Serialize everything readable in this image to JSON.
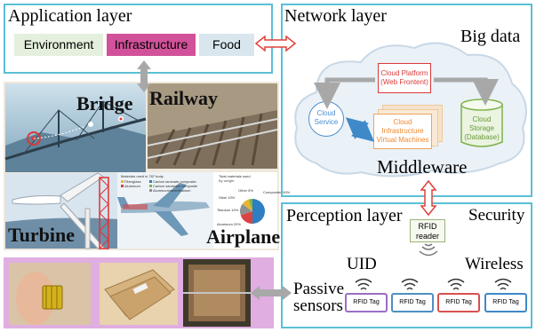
{
  "application": {
    "title": "Application layer",
    "categories": [
      "Environment",
      "Infrastructure",
      "Food"
    ],
    "images": {
      "bridge": "Bridge",
      "railway": "Railway",
      "turbine": "Turbine",
      "airplane": "Airplane"
    }
  },
  "network": {
    "title": "Network layer",
    "big_data": "Big data",
    "cloud_platform": "Cloud Platform (Web Frontent)",
    "cloud_service": "Cloud Service",
    "cloud_infrastructure": "Cloud Infrastructure Virtual Machines",
    "cloud_storage": "Cloud Storage (Database)",
    "middleware": "Middleware"
  },
  "perception": {
    "title": "Perception layer",
    "security": "Security",
    "reader": "RFID reader",
    "uid": "UID",
    "wireless": "Wireless",
    "passive_sensors": "Passive sensors",
    "tag_label": "RFID Tag"
  },
  "colors": {
    "panel_border": "#5bbfd6",
    "environment": "#e4f0dd",
    "infrastructure": "#d1529a",
    "food": "#d9e6ee",
    "sensor_strip": "#e0aee0",
    "arrow_red": "#e0403a",
    "arrow_gray": "#a8a8a8",
    "tag_borders": [
      "#9a6ec5",
      "#4f8fc3",
      "#d95050",
      "#3f89c8"
    ]
  },
  "airplane_chart": {
    "title": "Materials used in 787 body",
    "legend": [
      "Fiberglass",
      "Aluminum",
      "Carbon laminate composite",
      "Carbon sandwich composite",
      "Aluminum/steel/titanium"
    ],
    "total_title": "Total materials used",
    "total_subtitle": "By weight",
    "slices": [
      {
        "label": "Composites",
        "value": 50,
        "color": "#2d7fc1"
      },
      {
        "label": "Aluminum",
        "value": 20,
        "color": "#d94343"
      },
      {
        "label": "Titanium",
        "value": 15,
        "color": "#8f8f8f"
      },
      {
        "label": "Steel",
        "value": 10,
        "color": "#e8b52f"
      },
      {
        "label": "Other",
        "value": 5,
        "color": "#7fb34a"
      }
    ],
    "slice_labels": [
      "Composites 50%",
      "Aluminum 20%",
      "Titanium 15%",
      "Steel 10%",
      "Other 5%"
    ]
  }
}
